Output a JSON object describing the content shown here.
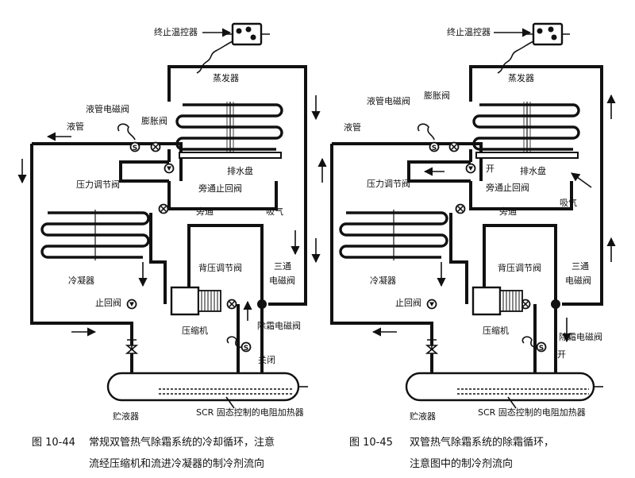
{
  "figures": [
    {
      "labels": {
        "thermostat": "终止温控器",
        "evaporator": "蒸发器",
        "liquid_solenoid": "液管电磁阀",
        "liquid_line": "液管",
        "expansion_valve": "膨胀阀",
        "drain_pan": "排水盘",
        "bypass_check": "旁通止回阀",
        "pressure_reg": "压力调节阀",
        "bypass": "旁通",
        "suction": "吸气",
        "condenser": "冷凝器",
        "back_pressure": "背压调节阀",
        "three_way_1": "三通",
        "three_way_2": "电磁阀",
        "check_valve": "止回阀",
        "compressor": "压缩机",
        "defrost_solenoid": "除霜电磁阀",
        "valve_state": "关闭",
        "receiver": "贮液器",
        "heater": "SCR 固态控制的电阻加热器"
      },
      "caption": {
        "number": "图 10-44",
        "line1": "常规双管热气除霜系统的冷却循环，注意",
        "line2": "流经压缩机和流进冷凝器的制冷剂流向"
      }
    },
    {
      "labels": {
        "thermostat": "终止温控器",
        "evaporator": "蒸发器",
        "liquid_solenoid": "液管电磁阀",
        "liquid_line": "液管",
        "expansion_valve": "膨胀阀",
        "open_small": "开",
        "drain_pan": "排水盘",
        "bypass_check": "旁通止回阀",
        "pressure_reg": "压力调节阀",
        "bypass": "旁通",
        "suction": "吸气",
        "condenser": "冷凝器",
        "back_pressure": "背压调节阀",
        "three_way_1": "三通",
        "three_way_2": "电磁阀",
        "check_valve": "止回阀",
        "compressor": "压缩机",
        "defrost_solenoid": "除霜电磁阀",
        "valve_state": "开",
        "receiver": "贮液器",
        "heater": "SCR 固态控制的电阻加热器"
      },
      "caption": {
        "number": "图 10-45",
        "line1": "双管热气除霜系统的除霜循环，",
        "line2": "注意图中的制冷剂流向"
      }
    }
  ],
  "colors": {
    "ink": "#111111",
    "paper": "#ffffff"
  }
}
